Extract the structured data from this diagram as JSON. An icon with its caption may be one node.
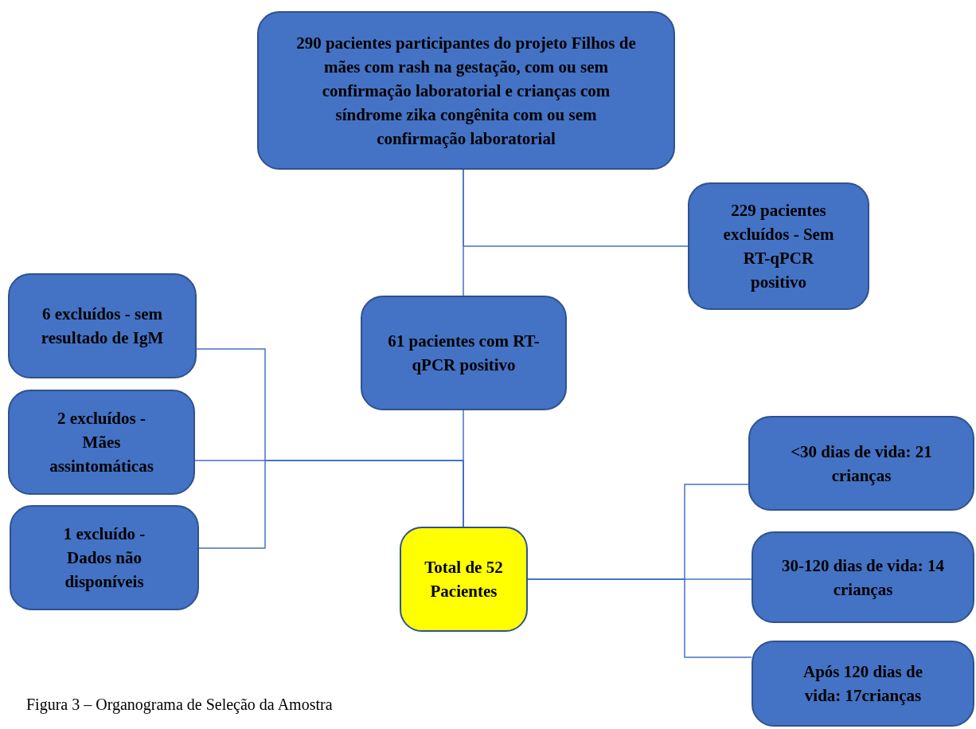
{
  "diagram": {
    "caption": "Figura 3 – Organograma de Seleção da Amostra",
    "nodes": [
      {
        "text": [
          "290 pacientes participantes do projeto Filhos de mães com rash na gestação, com ou sem confirmação laboratorial e crianças com síndrome zika congênita com ou sem confirmação laboratorial"
        ]
      },
      {
        "text": [
          "229 pacientes excluídos - Sem RT-qPCR positivo"
        ]
      },
      {
        "text": [
          "61 pacientes com RT-qPCR positivo"
        ]
      },
      {
        "text": [
          "6 excluídos - sem resultado de IgM"
        ]
      },
      {
        "text": [
          "2 excluídos - Mães assintomáticas"
        ]
      },
      {
        "text": [
          "1 excluído - Dados não disponíveis"
        ]
      },
      {
        "text": [
          "Total de 52 Pacientes"
        ]
      },
      {
        "text": [
          "<30 dias de vida: 21 crianças"
        ]
      },
      {
        "text": [
          "30-120 dias de vida: 14 crianças"
        ]
      },
      {
        "text": [
          "Após 120 dias de vida: 17crianças"
        ]
      }
    ],
    "edges": [
      {
        "from": 0,
        "to": 2,
        "arrow": "none"
      },
      {
        "from": 0,
        "to": 1,
        "arrow": "none"
      },
      {
        "from": 2,
        "to": 6,
        "arrow": "none"
      },
      {
        "from": 3,
        "to": 6,
        "arrow": "none"
      },
      {
        "from": 4,
        "to": 6,
        "arrow": "none"
      },
      {
        "from": 5,
        "to": 6,
        "arrow": "none"
      },
      {
        "from": 6,
        "to": 7,
        "arrow": "none"
      },
      {
        "from": 6,
        "to": 8,
        "arrow": "none"
      },
      {
        "from": 6,
        "to": 9,
        "arrow": "none"
      }
    ]
  }
}
